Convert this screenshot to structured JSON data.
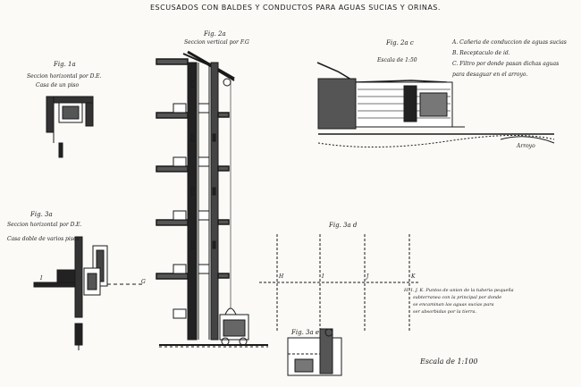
{
  "sheet": {
    "title": "ESCUSADOS CON BALDES Y CONDUCTOS PARA AGUAS SUCIAS Y ORINAS."
  },
  "fig1": {
    "label": "Fig. 1a",
    "caption_line1": "Seccion horizontal por D.E.",
    "caption_line2": "Casa de un piso"
  },
  "fig2": {
    "label": "Fig. 2a",
    "caption": "Seccion vertical por F.G"
  },
  "fig3": {
    "label": "Fig. 3a",
    "caption_line1": "Seccion horizontal por D.E.",
    "caption_line2": "Casa doble de varios pisos",
    "point_I": "I",
    "point_G": "G"
  },
  "fig_upper_right": {
    "label": "Fig. 2a c",
    "scale": "Escala de 1:50",
    "legend": [
      "A. Cañeria de conduccion de aguas sucias",
      "B. Receptaculo de id.",
      "C. Filtro por donde pasan dichas aguas",
      "para desaguar en el arroyo."
    ],
    "arroyo": "Arroyo"
  },
  "fig_lower_right": {
    "label": "Fig. 3a d",
    "points": [
      "H",
      "I",
      "J",
      "K"
    ],
    "note_line1": "H. I. J. K. Puntos de union de la tuberia pequeña",
    "note_line2": "subterranea con la principal por donde",
    "note_line3": "se encaminan las aguas sucias para",
    "note_line4": "ser absorbidas por la tierra."
  },
  "fig_small": {
    "label": "Fig. 3a e"
  },
  "footer": {
    "scale": "Escala de 1:100"
  }
}
